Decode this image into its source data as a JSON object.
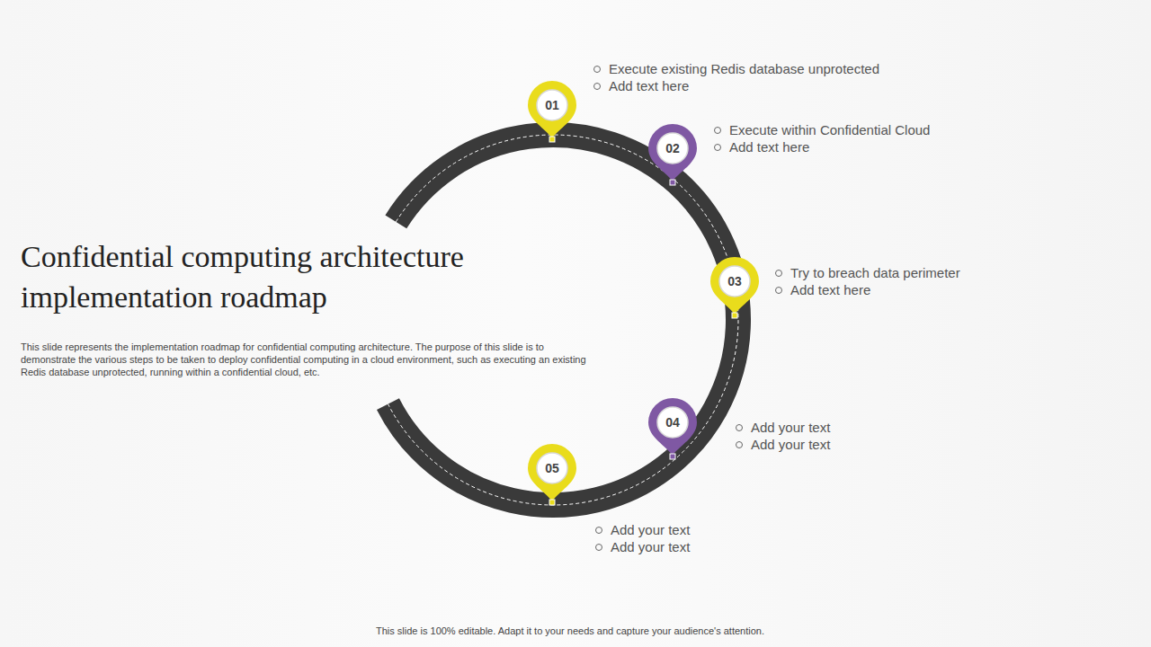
{
  "diagram": {
    "title": "Confidential computing architecture implementation roadmap",
    "caption": "This slide represents the implementation roadmap for confidential computing architecture. The purpose of this slide is to demonstrate the various steps to be taken to deploy confidential computing in a cloud environment, such as executing an existing Redis database unprotected, running within a confidential cloud, etc.",
    "nodes": [
      {
        "text": [
          "01"
        ]
      },
      {
        "text": [
          "02"
        ]
      },
      {
        "text": [
          "03"
        ]
      },
      {
        "text": [
          "04"
        ]
      },
      {
        "text": [
          "05"
        ]
      }
    ],
    "labels": [
      "Execute existing Redis database unprotected",
      "Add text here",
      "Execute within Confidential Cloud",
      "Add text here",
      "Try to breach data perimeter",
      "Add text here",
      "Add your text",
      "Add your text",
      "Add your text",
      "Add your text",
      "This slide is 100% editable. Adapt it to your needs and capture your audience's attention."
    ]
  }
}
